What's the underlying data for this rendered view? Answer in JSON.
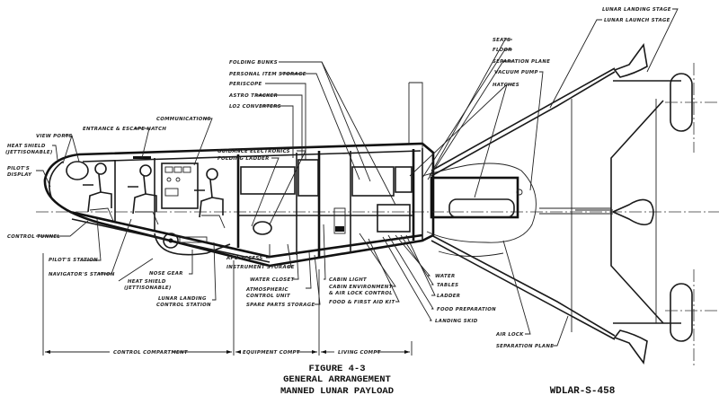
{
  "figure": {
    "number": "FIGURE 4-3",
    "title_line1": "GENERAL ARRANGEMENT",
    "title_line2": "MANNED LUNAR PAYLOAD",
    "document_id": "WDLAR-S-458"
  },
  "labels": {
    "view_ports": "VIEW PORTS",
    "heat_shield_top_1": "HEAT SHIELD",
    "heat_shield_top_2": "(JETTISONABLE)",
    "pilots_display_1": "PILOT'S",
    "pilots_display_2": "DISPLAY",
    "control_tunnel": "CONTROL TUNNEL",
    "pilots_station": "PILOT'S STATION",
    "navigators_station": "NAVIGATOR'S STATION",
    "heat_shield_bottom_1": "HEAT SHIELD",
    "heat_shield_bottom_2": "(JETTISONABLE)",
    "nose_gear": "NOSE GEAR",
    "lunar_landing_1": "LUNAR LANDING",
    "lunar_landing_2": "CONTROL STATION",
    "entrance_hatch": "ENTRANCE & ESCAPE HATCH",
    "communications": "COMMUNICATIONS",
    "guidance_electronics": "GUIDANCE ELECTRONICS",
    "folding_ladder": "FOLDING LADDER",
    "folding_bunks": "FOLDING BUNKS",
    "personal_item_storage": "PERSONAL ITEM STORAGE",
    "periscope": "PERISCOPE",
    "astro_tracker": "ASTRO TRACKER",
    "lo2_converters": "LO2 CONVERTERS",
    "seats": "SEATS",
    "floor": "FLOOR",
    "separation_plane_top": "SEPARATION PLANE",
    "vacuum_pump": "VACUUM PUMP",
    "hatches": "HATCHES",
    "lunar_landing_stage": "LUNAR LANDING STAGE",
    "lunar_launch_stage": "LUNAR LAUNCH STAGE",
    "apu_access": "APU ACCESS",
    "instrument_storage": "INSTRUMENT STORAGE",
    "water_closet": "WATER CLOSET",
    "atmospheric_1": "ATMOSPHERIC",
    "atmospheric_2": "CONTROL UNIT",
    "spare_parts_storage": "SPARE PARTS STORAGE",
    "cabin_light": "CABIN LIGHT",
    "cabin_environment_1": "CABIN ENVIRONMENT",
    "cabin_environment_2": "& AIR LOCK CONTROL",
    "food_first_aid": "FOOD & FIRST AID KIT",
    "water": "WATER",
    "tables": "TABLES",
    "ladder": "LADDER",
    "food_preparation": "FOOD PREPARATION",
    "landing skid": "LANDING SKID",
    "landing_skid": "LANDING SKID",
    "air_lock": "AIR LOCK",
    "separation_plane_bottom": "SEPARATION PLANE"
  },
  "compartments": {
    "control": "CONTROL COMPARTMENT",
    "equipment": "EQUIPMENT COMPT",
    "living": "LIVING COMPT"
  }
}
